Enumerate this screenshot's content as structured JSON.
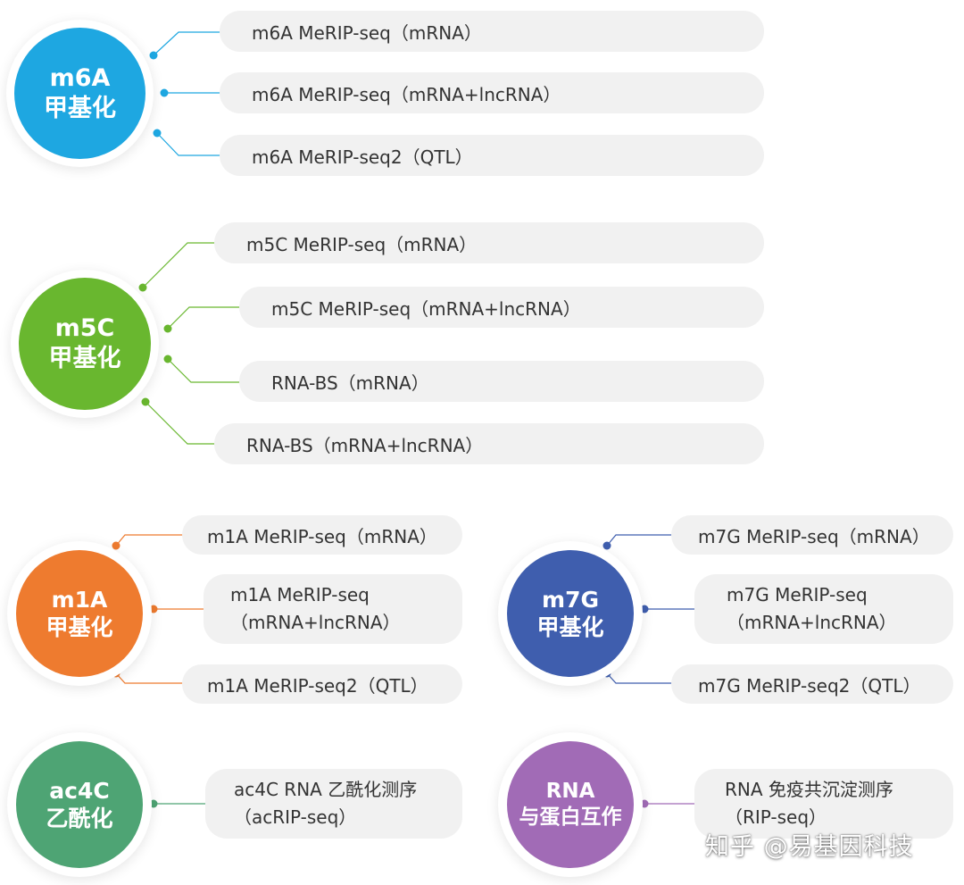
{
  "colors": {
    "m6A": "#1ea7e1",
    "m5C": "#69b72f",
    "m1A": "#ee7b2f",
    "m7G": "#3f5eae",
    "ac4C": "#4ea474",
    "rna": "#a16bb6"
  },
  "groups": [
    {
      "id": "m6a",
      "label_line1": "m6A",
      "label_line2": "甲基化",
      "items": [
        "m6A MeRIP-seq（mRNA）",
        "m6A MeRIP-seq（mRNA+lncRNA）",
        "m6A MeRIP-seq2（QTL）"
      ]
    },
    {
      "id": "m5c",
      "label_line1": "m5C",
      "label_line2": "甲基化",
      "items": [
        "m5C MeRIP-seq（mRNA）",
        "m5C MeRIP-seq（mRNA+lncRNA）",
        "RNA-BS（mRNA）",
        "RNA-BS（mRNA+lncRNA）"
      ]
    },
    {
      "id": "m1a",
      "label_line1": "m1A",
      "label_line2": "甲基化",
      "items": [
        "m1A MeRIP-seq（mRNA）",
        "m1A MeRIP-seq",
        "（mRNA+lncRNA）",
        "m1A MeRIP-seq2（QTL）"
      ]
    },
    {
      "id": "m7g",
      "label_line1": "m7G",
      "label_line2": "甲基化",
      "items": [
        "m7G MeRIP-seq（mRNA）",
        "m7G MeRIP-seq",
        "（mRNA+lncRNA）",
        "m7G MeRIP-seq2（QTL）"
      ]
    },
    {
      "id": "ac4c",
      "label_line1": "ac4C",
      "label_line2": "乙酰化",
      "items": [
        "ac4C RNA 乙酰化测序",
        "（acRIP-seq）"
      ]
    },
    {
      "id": "rna",
      "label_line1": "RNA",
      "label_line2": "与蛋白互作",
      "items": [
        "RNA 免疫共沉淀测序",
        "（RIP-seq）"
      ]
    }
  ],
  "watermark": "知乎 @易基因科技"
}
